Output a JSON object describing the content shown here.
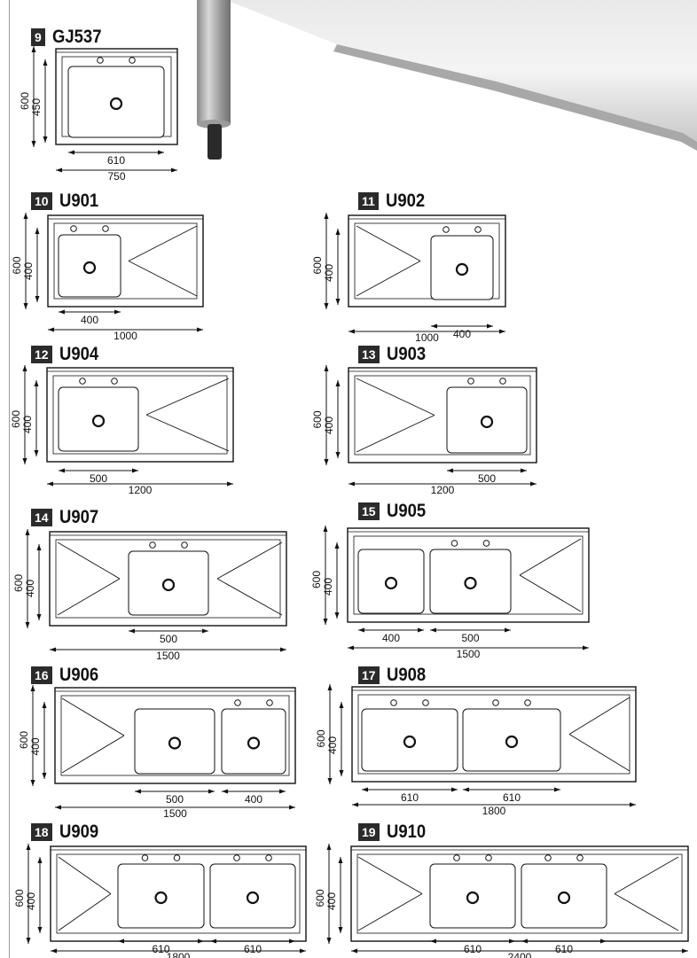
{
  "items": [
    {
      "number": "9",
      "model": "GJ537",
      "depth": "600",
      "bowl_depth": "450",
      "length": "750",
      "bowls": [
        {
          "label": "610"
        }
      ]
    },
    {
      "number": "10",
      "model": "U901",
      "depth": "600",
      "bowl_depth": "400",
      "length": "1000",
      "bowls": [
        {
          "label": "400"
        }
      ]
    },
    {
      "number": "11",
      "model": "U902",
      "depth": "600",
      "bowl_depth": "400",
      "length": "1000",
      "bowls": [
        {
          "label": "400"
        }
      ]
    },
    {
      "number": "12",
      "model": "U904",
      "depth": "600",
      "bowl_depth": "400",
      "length": "1200",
      "bowls": [
        {
          "label": "500"
        }
      ]
    },
    {
      "number": "13",
      "model": "U903",
      "depth": "600",
      "bowl_depth": "400",
      "length": "1200",
      "bowls": [
        {
          "label": "500"
        }
      ]
    },
    {
      "number": "14",
      "model": "U907",
      "depth": "600",
      "bowl_depth": "400",
      "length": "1500",
      "bowls": [
        {
          "label": "500"
        }
      ]
    },
    {
      "number": "15",
      "model": "U905",
      "depth": "600",
      "bowl_depth": "400",
      "length": "1500",
      "bowls": [
        {
          "label": "400"
        },
        {
          "label": "500"
        }
      ]
    },
    {
      "number": "16",
      "model": "U906",
      "depth": "600",
      "bowl_depth": "400",
      "length": "1500",
      "bowls": [
        {
          "label": "500"
        },
        {
          "label": "400"
        }
      ]
    },
    {
      "number": "17",
      "model": "U908",
      "depth": "600",
      "bowl_depth": "400",
      "length": "1800",
      "bowls": [
        {
          "label": "610"
        },
        {
          "label": "610"
        }
      ]
    },
    {
      "number": "18",
      "model": "U909",
      "depth": "600",
      "bowl_depth": "400",
      "length": "1800",
      "bowls": [
        {
          "label": "610"
        },
        {
          "label": "610"
        }
      ]
    },
    {
      "number": "19",
      "model": "U910",
      "depth": "600",
      "bowl_depth": "400",
      "length": "2400",
      "bowls": [
        {
          "label": "610"
        },
        {
          "label": "610"
        }
      ]
    }
  ]
}
